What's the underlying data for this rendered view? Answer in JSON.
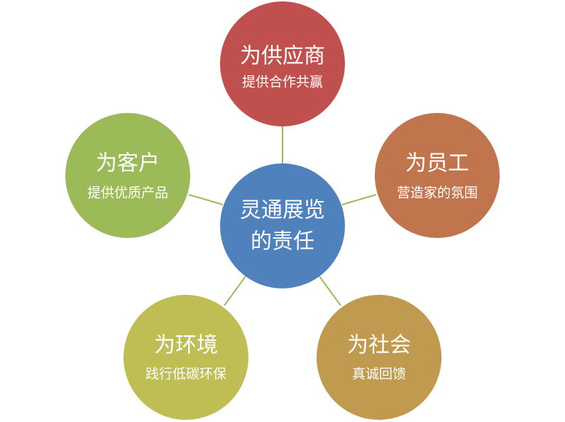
{
  "center": {
    "line1": "灵通展览",
    "line2": "的责任",
    "color": "#4F81BD"
  },
  "nodes": [
    {
      "id": "supplier",
      "title": "为供应商",
      "subtitle": "提供合作共赢",
      "color": "#C0504D"
    },
    {
      "id": "employee",
      "title": "为员工",
      "subtitle": "营造家的氛围",
      "color": "#C0754D"
    },
    {
      "id": "society",
      "title": "为社会",
      "subtitle": "真诚回馈",
      "color": "#BF9A4F"
    },
    {
      "id": "environment",
      "title": "为环境",
      "subtitle": "践行低碳环保",
      "color": "#BEBE55"
    },
    {
      "id": "customer",
      "title": "为客户",
      "subtitle": "提供优质产品",
      "color": "#9BBB59"
    }
  ],
  "connector_color": "#9BBB59"
}
